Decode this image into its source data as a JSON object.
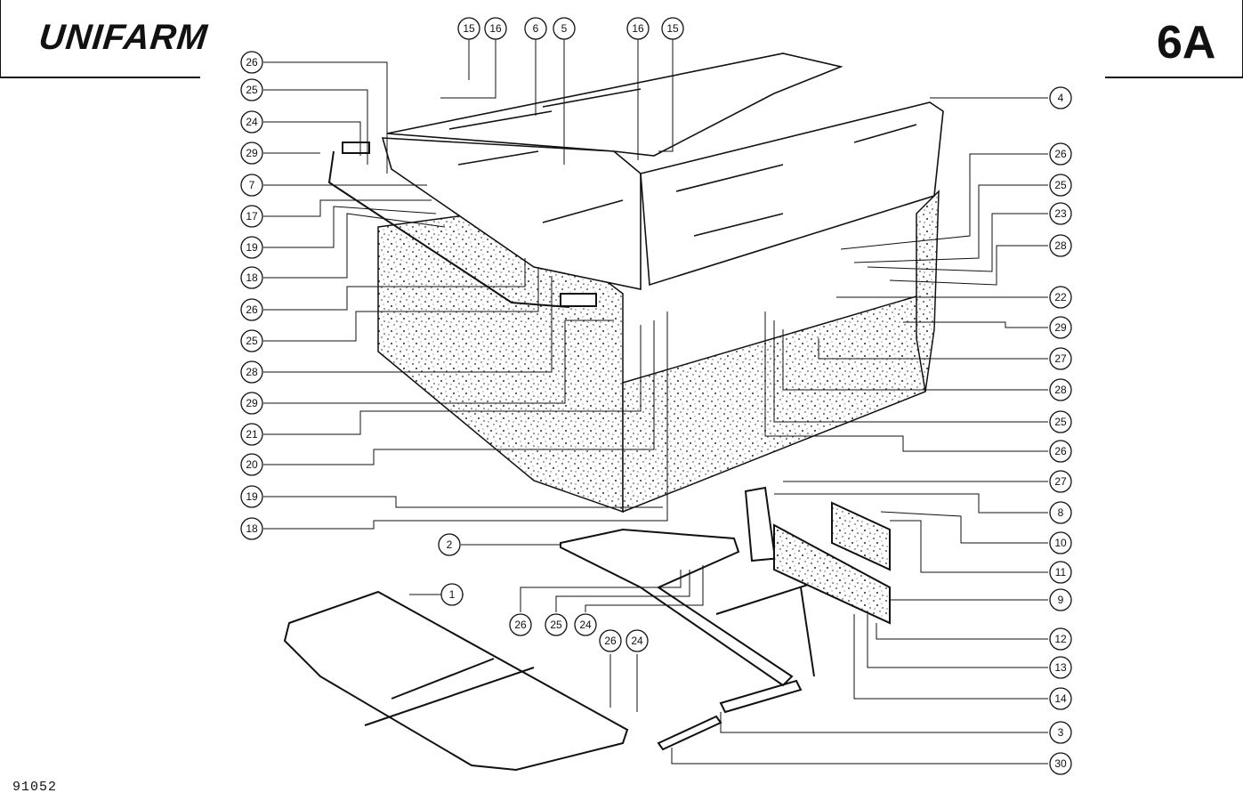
{
  "header": {
    "brand": "UNIFARM",
    "sheet_number": "6A"
  },
  "footer": {
    "drawing_number": "91052"
  },
  "callouts": [
    {
      "id": "c-15-a",
      "label": "15"
    },
    {
      "id": "c-16-a",
      "label": "16"
    },
    {
      "id": "c-6",
      "label": "6"
    },
    {
      "id": "c-5",
      "label": "5"
    },
    {
      "id": "c-16-b",
      "label": "16"
    },
    {
      "id": "c-15-b",
      "label": "15"
    },
    {
      "id": "c-26-l1",
      "label": "26"
    },
    {
      "id": "c-25-l1",
      "label": "25"
    },
    {
      "id": "c-24-l1",
      "label": "24"
    },
    {
      "id": "c-29-l1",
      "label": "29"
    },
    {
      "id": "c-7",
      "label": "7"
    },
    {
      "id": "c-17",
      "label": "17"
    },
    {
      "id": "c-19-l1",
      "label": "19"
    },
    {
      "id": "c-18-l1",
      "label": "18"
    },
    {
      "id": "c-26-l2",
      "label": "26"
    },
    {
      "id": "c-25-l2",
      "label": "25"
    },
    {
      "id": "c-28-l1",
      "label": "28"
    },
    {
      "id": "c-29-l2",
      "label": "29"
    },
    {
      "id": "c-21",
      "label": "21"
    },
    {
      "id": "c-20",
      "label": "20"
    },
    {
      "id": "c-19-l2",
      "label": "19"
    },
    {
      "id": "c-18-l2",
      "label": "18"
    },
    {
      "id": "c-4",
      "label": "4"
    },
    {
      "id": "c-26-r1",
      "label": "26"
    },
    {
      "id": "c-25-r1",
      "label": "25"
    },
    {
      "id": "c-23",
      "label": "23"
    },
    {
      "id": "c-28-r1",
      "label": "28"
    },
    {
      "id": "c-22",
      "label": "22"
    },
    {
      "id": "c-29-r1",
      "label": "29"
    },
    {
      "id": "c-27-r1",
      "label": "27"
    },
    {
      "id": "c-28-r2",
      "label": "28"
    },
    {
      "id": "c-25-r2",
      "label": "25"
    },
    {
      "id": "c-26-r2",
      "label": "26"
    },
    {
      "id": "c-27-r2",
      "label": "27"
    },
    {
      "id": "c-8",
      "label": "8"
    },
    {
      "id": "c-10",
      "label": "10"
    },
    {
      "id": "c-11",
      "label": "11"
    },
    {
      "id": "c-9",
      "label": "9"
    },
    {
      "id": "c-12",
      "label": "12"
    },
    {
      "id": "c-13",
      "label": "13"
    },
    {
      "id": "c-14",
      "label": "14"
    },
    {
      "id": "c-3",
      "label": "3"
    },
    {
      "id": "c-30",
      "label": "30"
    },
    {
      "id": "c-2",
      "label": "2"
    },
    {
      "id": "c-1",
      "label": "1"
    },
    {
      "id": "c-26-b",
      "label": "26"
    },
    {
      "id": "c-25-b",
      "label": "25"
    },
    {
      "id": "c-24-b",
      "label": "24"
    },
    {
      "id": "c-26-c",
      "label": "26"
    },
    {
      "id": "c-24-c",
      "label": "24"
    }
  ]
}
